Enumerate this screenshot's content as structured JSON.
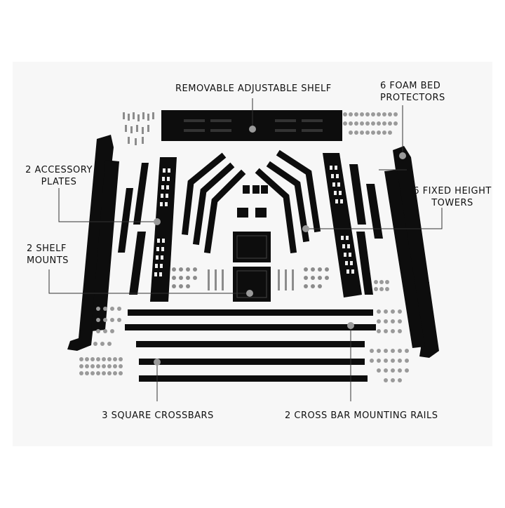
{
  "labels": {
    "shelf": "REMOVABLE ADJUSTABLE SHELF",
    "foam_line1": "6 FOAM BED",
    "foam_line2": "PROTECTORS",
    "accessory_line1": "2 ACCESSORY",
    "accessory_line2": "PLATES",
    "towers_line1": "6 FIXED HEIGHT",
    "towers_line2": "TOWERS",
    "shelf_mounts_line1": "2 SHELF",
    "shelf_mounts_line2": "MOUNTS",
    "crossbars": "3 SQUARE CROSSBARS",
    "rails": "2 CROSS BAR MOUNTING RAILS"
  },
  "colors": {
    "background": "#ffffff",
    "panel": "#f7f7f7",
    "parts": "#0d0d0d",
    "callout": "#333333",
    "marker": "#9a9a9a",
    "hardware": "#8c8c8c"
  }
}
